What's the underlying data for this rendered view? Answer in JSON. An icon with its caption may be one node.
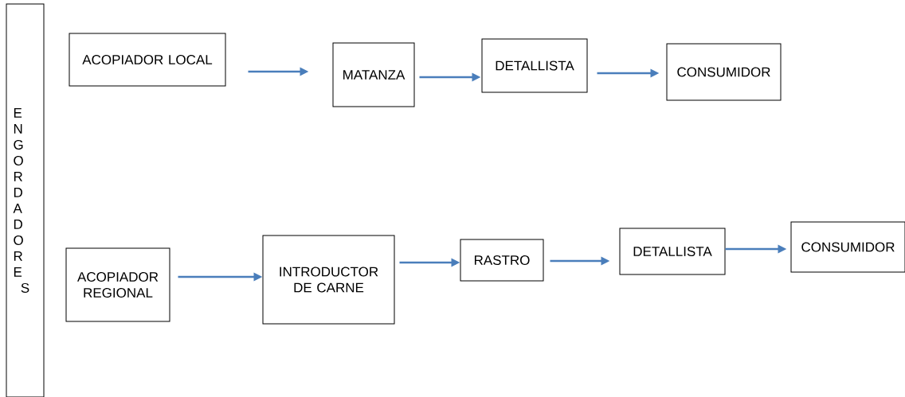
{
  "diagram": {
    "nodes": [
      {
        "text": [
          "ENGORDADORES"
        ]
      },
      {
        "text": [
          "ACOPIADOR LOCAL"
        ]
      },
      {
        "text": [
          "MATANZA"
        ]
      },
      {
        "text": [
          "DETALLISTA"
        ]
      },
      {
        "text": [
          "CONSUMIDOR"
        ]
      },
      {
        "text": [
          "ACOPIADOR REGIONAL"
        ]
      },
      {
        "text": [
          "INTRODUCTOR DE CARNE"
        ]
      },
      {
        "text": [
          "RASTRO"
        ]
      },
      {
        "text": [
          "DETALLISTA"
        ]
      },
      {
        "text": [
          "CONSUMIDOR"
        ]
      }
    ],
    "edges": [
      {
        "from": 1,
        "to": 2,
        "arrow": "to"
      },
      {
        "from": 2,
        "to": 3,
        "arrow": "to"
      },
      {
        "from": 3,
        "to": 4,
        "arrow": "to"
      },
      {
        "from": 5,
        "to": 6,
        "arrow": "to"
      },
      {
        "from": 6,
        "to": 7,
        "arrow": "to"
      },
      {
        "from": 7,
        "to": 8,
        "arrow": "to"
      },
      {
        "from": 8,
        "to": 9,
        "arrow": "to"
      }
    ]
  }
}
